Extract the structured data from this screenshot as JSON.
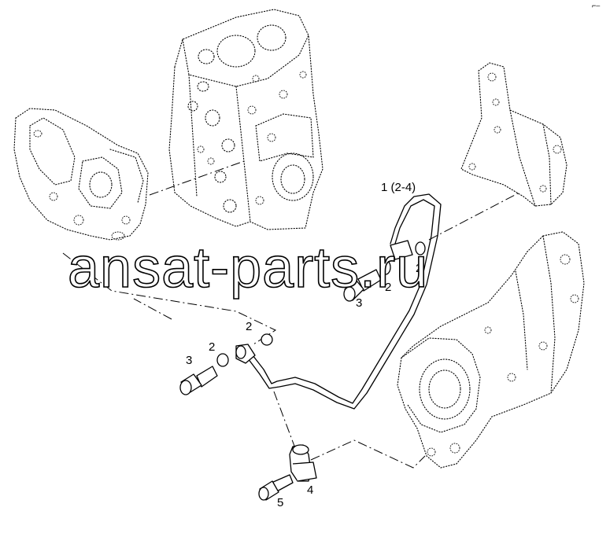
{
  "watermark": "ansat-parts.ru",
  "corner_mark": "⌐–",
  "callouts": {
    "assembly": "1 (2-4)",
    "washer_a": "2",
    "washer_b": "2",
    "washer_c": "2",
    "washer_d": "2",
    "bolt_upper": "3",
    "bolt_lower": "3",
    "clamp": "4",
    "clamp_bolt": "5"
  }
}
